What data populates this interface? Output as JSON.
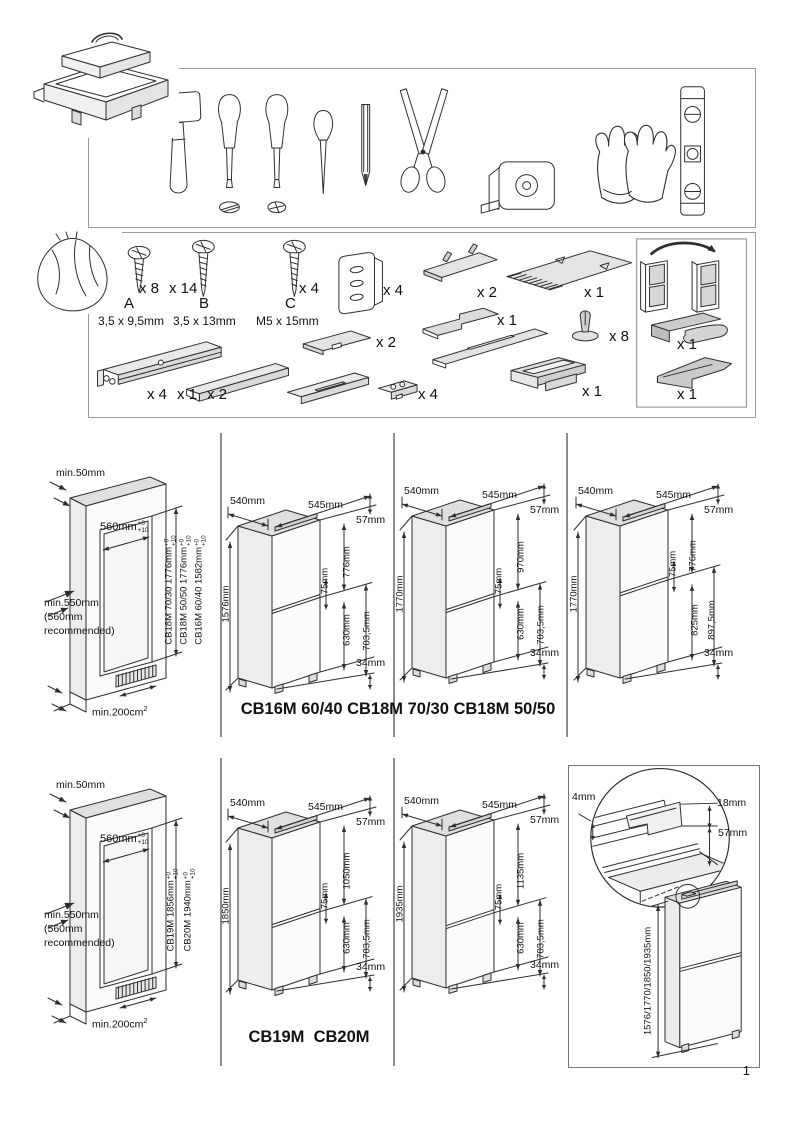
{
  "page": {
    "number": "1"
  },
  "tools_panel": {
    "icons": [
      "toolbox",
      "mallet",
      "flathead-screwdriver",
      "phillips-screwdriver",
      "awl",
      "pencil",
      "scissors",
      "tape-measure",
      "gloves",
      "spirit-level"
    ]
  },
  "parts_panel": {
    "bag_icon": "hardware-bag",
    "screws": [
      {
        "letter": "A",
        "qty": "x 8",
        "size": "3,5 x 9,5mm"
      },
      {
        "letter": "B",
        "qty": "x 14",
        "size": "3,5 x 13mm"
      },
      {
        "letter": "C",
        "qty": "x 4",
        "size": "M5 x 15mm"
      }
    ],
    "qty": {
      "hinge_bracket": "x 4",
      "pin_cover": "x 2",
      "ribbed_cover": "x 1",
      "small_cover": "x 2",
      "l_bracket": "x 1",
      "plug": "x 8",
      "rail_long": "x 4",
      "rail_short": "x 1",
      "rail_mid": "x 2",
      "drill_plate": "x 4",
      "corner_bracket": "x 1",
      "spacer": "x 1",
      "channel": "x 1"
    }
  },
  "row1": {
    "cabinet": {
      "top_clearance": "min.50mm",
      "inner_width": "560mm",
      "tol": [
        "+0",
        "+10"
      ],
      "depth_lines": [
        "min.550mm",
        "(560mm",
        "recommended)"
      ],
      "vent_area": "min.200cm",
      "vent_sup": "2",
      "models": [
        "CB18M 70/30 1776mm",
        "CB18M 50/50 1776mm",
        "CB16M 60/40 1582mm"
      ]
    },
    "fridges": [
      {
        "width": "540mm",
        "depth": "545mm",
        "top_gap": "57mm",
        "height": "1576mm",
        "mid_gap": "75mm",
        "upper": "776mm",
        "lower": "630mm",
        "lower_total": "703,5mm",
        "bottom": "34mm"
      },
      {
        "width": "540mm",
        "depth": "545mm",
        "top_gap": "57mm",
        "height": "1770mm",
        "mid_gap": "75mm",
        "upper": "970mm",
        "lower": "630mm",
        "lower_total": "703,5mm",
        "bottom": "34mm"
      },
      {
        "width": "540mm",
        "depth": "545mm",
        "top_gap": "57mm",
        "height": "1770mm",
        "mid_gap": "75mm",
        "upper": "776mm",
        "lower": "825mm",
        "lower_total": "897,5mm",
        "bottom": "34mm"
      }
    ],
    "title": "CB16M 60/40 CB18M 70/30 CB18M 50/50"
  },
  "row2": {
    "cabinet": {
      "top_clearance": "min.50mm",
      "inner_width": "560mm",
      "tol": [
        "+0",
        "+10"
      ],
      "depth_lines": [
        "min.550mm",
        "(560mm",
        "recommended)"
      ],
      "vent_area": "min.200cm",
      "vent_sup": "2",
      "models": [
        "CB19M 1856mm",
        "CB20M 1940mm"
      ]
    },
    "fridges": [
      {
        "width": "540mm",
        "depth": "545mm",
        "top_gap": "57mm",
        "height": "1850mm",
        "mid_gap": "75mm",
        "upper": "1050mm",
        "lower": "630mm",
        "lower_total": "703,5mm",
        "bottom": "34mm"
      },
      {
        "width": "540mm",
        "depth": "545mm",
        "top_gap": "57mm",
        "height": "1935mm",
        "mid_gap": "75mm",
        "upper": "1135mm",
        "lower": "630mm",
        "lower_total": "703,5mm",
        "bottom": "34mm"
      }
    ],
    "title": "CB19M  CB20M",
    "detail": {
      "door_gap": "4mm",
      "top_offset": "18mm",
      "front_offset": "57mm",
      "heights": "1576/1770/1850/1935mm"
    }
  }
}
